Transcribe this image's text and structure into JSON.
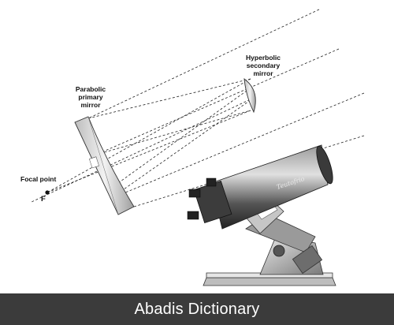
{
  "labels": {
    "primary_mirror": [
      "Parabolic",
      "primary",
      "mirror"
    ],
    "secondary_mirror": [
      "Hyperbolic",
      "secondary",
      "mirror"
    ],
    "focal_point": "Focal point",
    "focal_letter": "F",
    "telescope_brand": "Teutofrio"
  },
  "footer": {
    "caption": "Abadis Dictionary"
  },
  "colors": {
    "footer_bg": "#3b3b3b",
    "footer_text": "#ffffff",
    "ray": "#222222",
    "mirror_fill": "#d8d8d8"
  }
}
